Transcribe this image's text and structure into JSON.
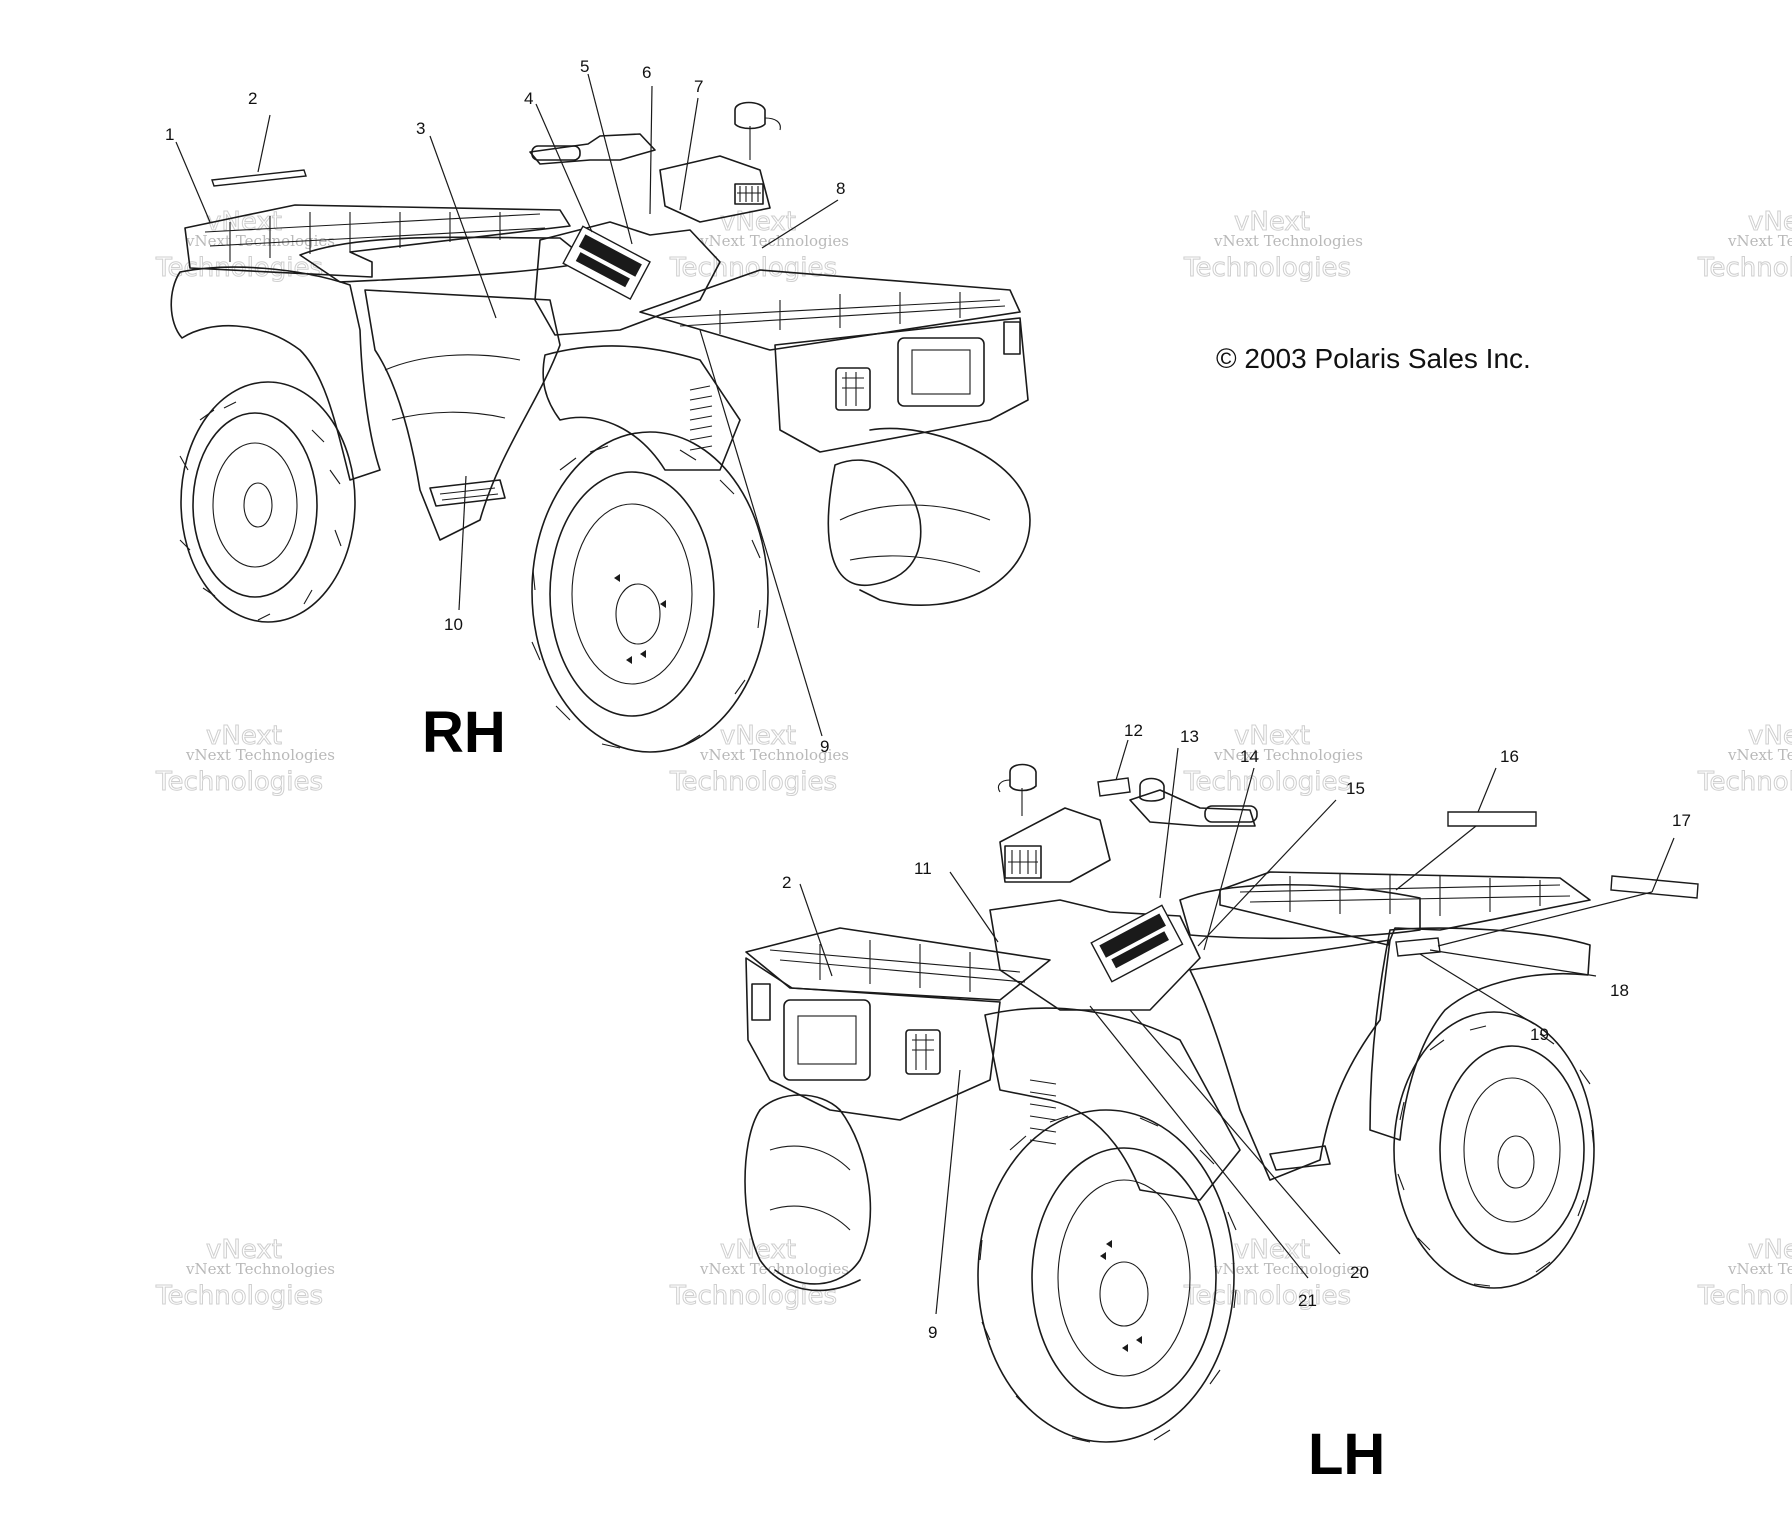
{
  "copyright": "© 2003 Polaris Sales Inc.",
  "views": [
    {
      "id": "rh",
      "label": "RH"
    },
    {
      "id": "lh",
      "label": "LH"
    }
  ],
  "callouts": [
    {
      "id": "c1",
      "label": "1"
    },
    {
      "id": "c2a",
      "label": "2"
    },
    {
      "id": "c3",
      "label": "3"
    },
    {
      "id": "c4",
      "label": "4"
    },
    {
      "id": "c5",
      "label": "5"
    },
    {
      "id": "c6",
      "label": "6"
    },
    {
      "id": "c7",
      "label": "7"
    },
    {
      "id": "c8",
      "label": "8"
    },
    {
      "id": "c9a",
      "label": "9"
    },
    {
      "id": "c10",
      "label": "10"
    },
    {
      "id": "c2b",
      "label": "2"
    },
    {
      "id": "c11",
      "label": "11"
    },
    {
      "id": "c12",
      "label": "12"
    },
    {
      "id": "c13",
      "label": "13"
    },
    {
      "id": "c14",
      "label": "14"
    },
    {
      "id": "c15",
      "label": "15"
    },
    {
      "id": "c16",
      "label": "16"
    },
    {
      "id": "c17",
      "label": "17"
    },
    {
      "id": "c18",
      "label": "18"
    },
    {
      "id": "c19",
      "label": "19"
    },
    {
      "id": "c20",
      "label": "20"
    },
    {
      "id": "c21",
      "label": "21"
    },
    {
      "id": "c9b",
      "label": "9"
    }
  ],
  "watermark": {
    "line1": "vNext Technologies",
    "line2": "vNext",
    "line3": "Technologies"
  }
}
